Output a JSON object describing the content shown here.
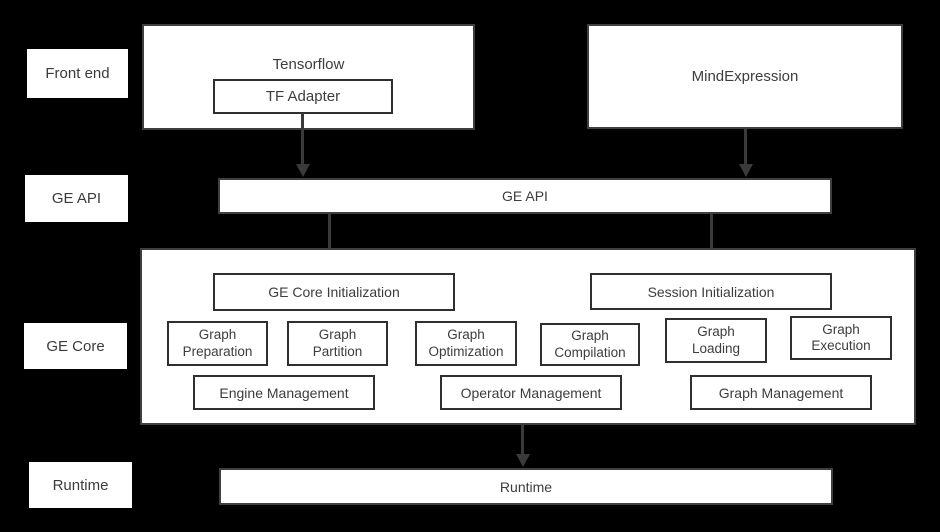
{
  "colors": {
    "background": "#000000",
    "box_fill": "#ffffff",
    "outer_border": "#3f3f3f",
    "inner_border": "#2f2f2f",
    "text": "#3d3d3d",
    "arrow": "#3a3a3a"
  },
  "row_labels": {
    "front_end": "Front end",
    "ge_api": "GE API",
    "ge_core": "GE Core",
    "runtime": "Runtime"
  },
  "front_end": {
    "tensorflow_title": "Tensorflow",
    "tf_adapter": "TF Adapter",
    "mind_expression": "MindExpression"
  },
  "ge_api": {
    "label": "GE API"
  },
  "ge_core": {
    "ge_core_initialization": "GE Core Initialization",
    "session_initialization": "Session Initialization",
    "stages": [
      {
        "label": "Graph\nPreparation"
      },
      {
        "label": "Graph\nPartition"
      },
      {
        "label": "Graph\nOptimization"
      },
      {
        "label": "Graph\nCompilation"
      },
      {
        "label": "Graph\nLoading"
      },
      {
        "label": "Graph\nExecution"
      }
    ],
    "management": [
      {
        "label": "Engine Management"
      },
      {
        "label": "Operator Management"
      },
      {
        "label": "Graph Management"
      }
    ]
  },
  "runtime": {
    "label": "Runtime"
  }
}
